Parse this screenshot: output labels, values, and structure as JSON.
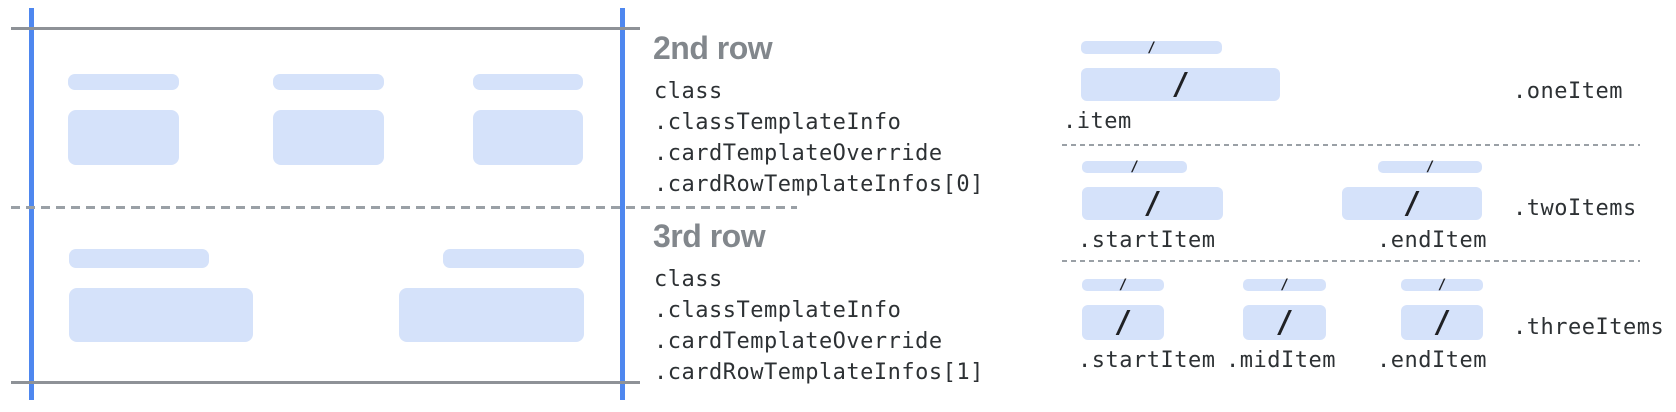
{
  "colors": {
    "item_fill": "#d5e2fa",
    "card_edge_blue": "#4e87ef",
    "line_gray": "#8e9297",
    "dashed_gray": "#9aa0a6",
    "heading_gray": "#82878c",
    "code_dark": "#2d3134",
    "slash_dark": "#202124"
  },
  "middle": {
    "sections": [
      {
        "heading": "2nd row",
        "lines": [
          "class",
          ".classTemplateInfo",
          ".cardTemplateOverride",
          ".cardRowTemplateInfos[0]"
        ]
      },
      {
        "heading": "3rd row",
        "lines": [
          "class",
          ".classTemplateInfo",
          ".cardTemplateOverride",
          ".cardRowTemplateInfos[1]"
        ]
      }
    ]
  },
  "right": {
    "slash": "/",
    "rows": [
      {
        "row_label": ".oneItem",
        "item_labels": [
          ".item"
        ]
      },
      {
        "row_label": ".twoItems",
        "item_labels": [
          ".startItem",
          ".endItem"
        ]
      },
      {
        "row_label": ".threeItems",
        "item_labels": [
          ".startItem",
          ".midItem",
          ".endItem"
        ]
      }
    ]
  }
}
